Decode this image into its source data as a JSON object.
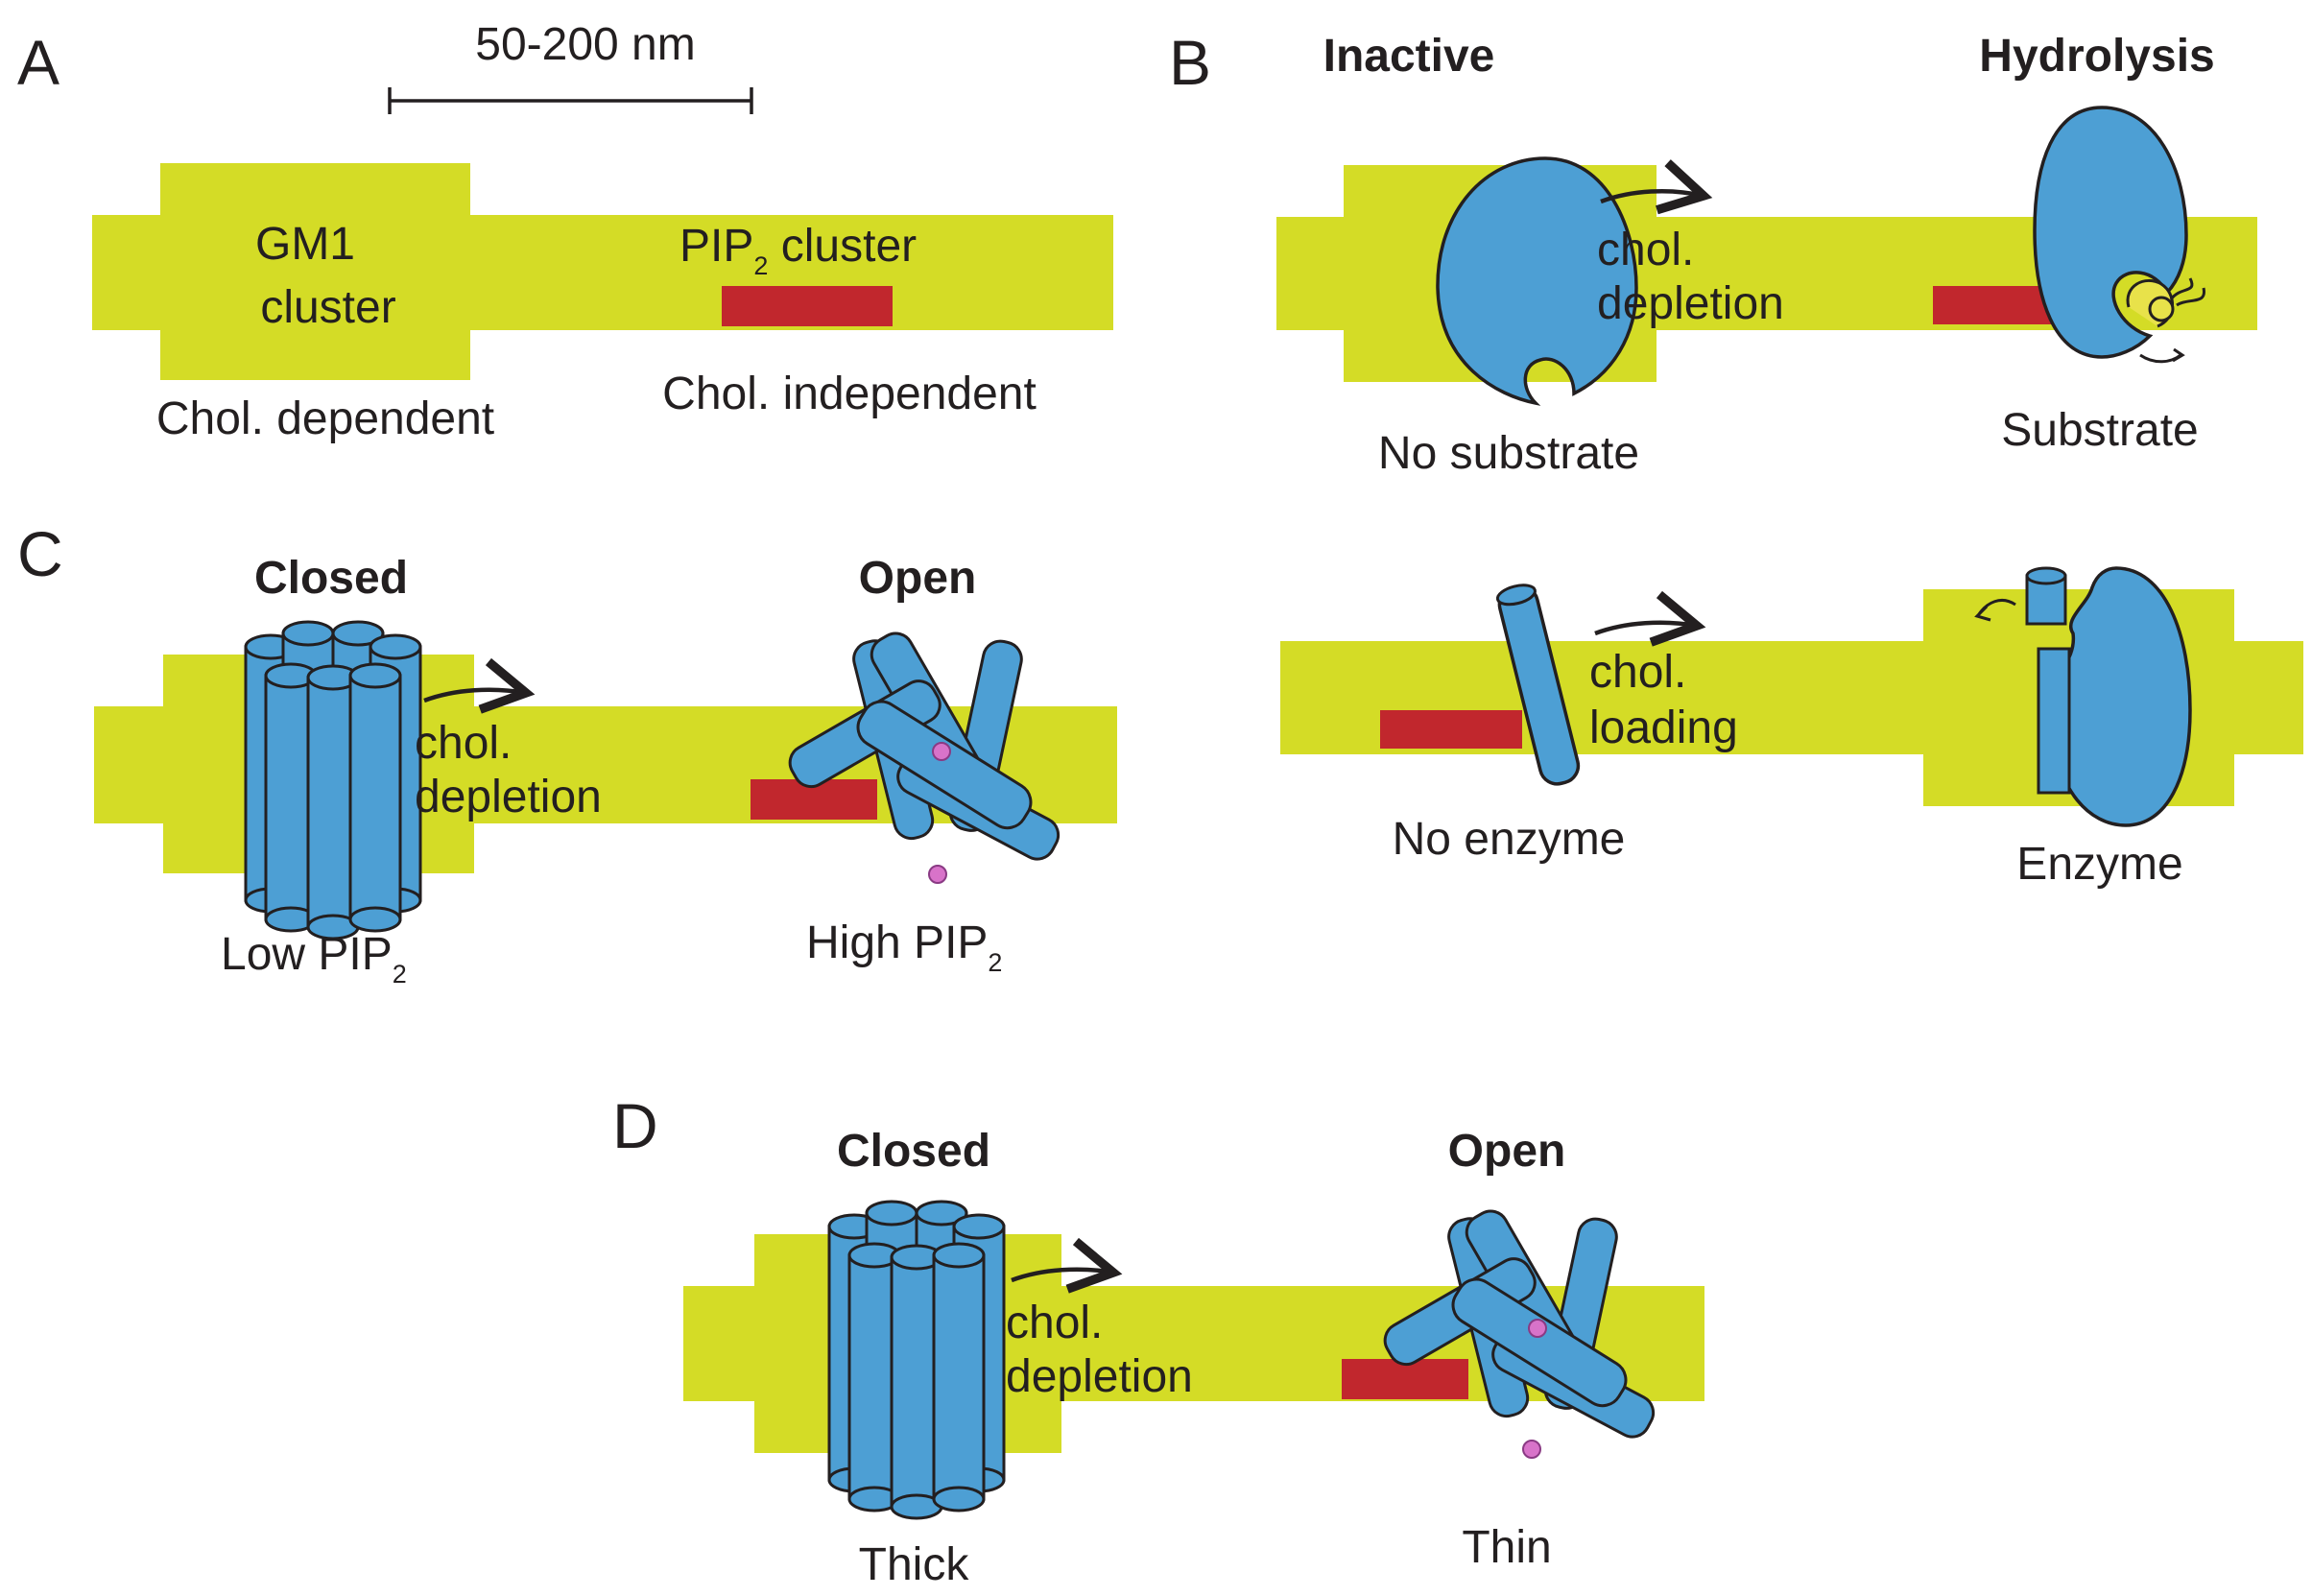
{
  "colors": {
    "membrane": "#d4dc26",
    "pip2_cluster": "#c1272d",
    "protein": "#4d9fd4",
    "outline": "#231f20",
    "pip2_lipid": "#d873c9",
    "substrate": "#e8e24a"
  },
  "panel_a": {
    "letter": "A",
    "scale_label": "50-200 nm",
    "gm1_line1": "GM1",
    "gm1_line2": "cluster",
    "pip2_main": "PIP",
    "pip2_sub": "2",
    "pip2_tail": " cluster",
    "left_caption": "Chol. dependent",
    "right_caption": "Chol. independent"
  },
  "panel_b": {
    "letter": "B",
    "top_left_title": "Inactive",
    "top_right_title": "Hydrolysis",
    "top_arrow_line1": "chol.",
    "top_arrow_line2": "depletion",
    "top_left_caption": "No substrate",
    "top_right_caption": "Substrate",
    "bottom_arrow_line1": "chol.",
    "bottom_arrow_line2": "loading",
    "bottom_left_caption": "No enzyme",
    "bottom_right_caption": "Enzyme"
  },
  "panel_c": {
    "letter": "C",
    "left_title": "Closed",
    "right_title": "Open",
    "arrow_line1": "chol.",
    "arrow_line2": "depletion",
    "left_caption_main": "Low PIP",
    "left_caption_sub": "2",
    "right_caption_main": "High PIP",
    "right_caption_sub": "2"
  },
  "panel_d": {
    "letter": "D",
    "left_title": "Closed",
    "right_title": "Open",
    "arrow_line1": "chol.",
    "arrow_line2": "depletion",
    "left_caption": "Thick",
    "right_caption": "Thin"
  }
}
